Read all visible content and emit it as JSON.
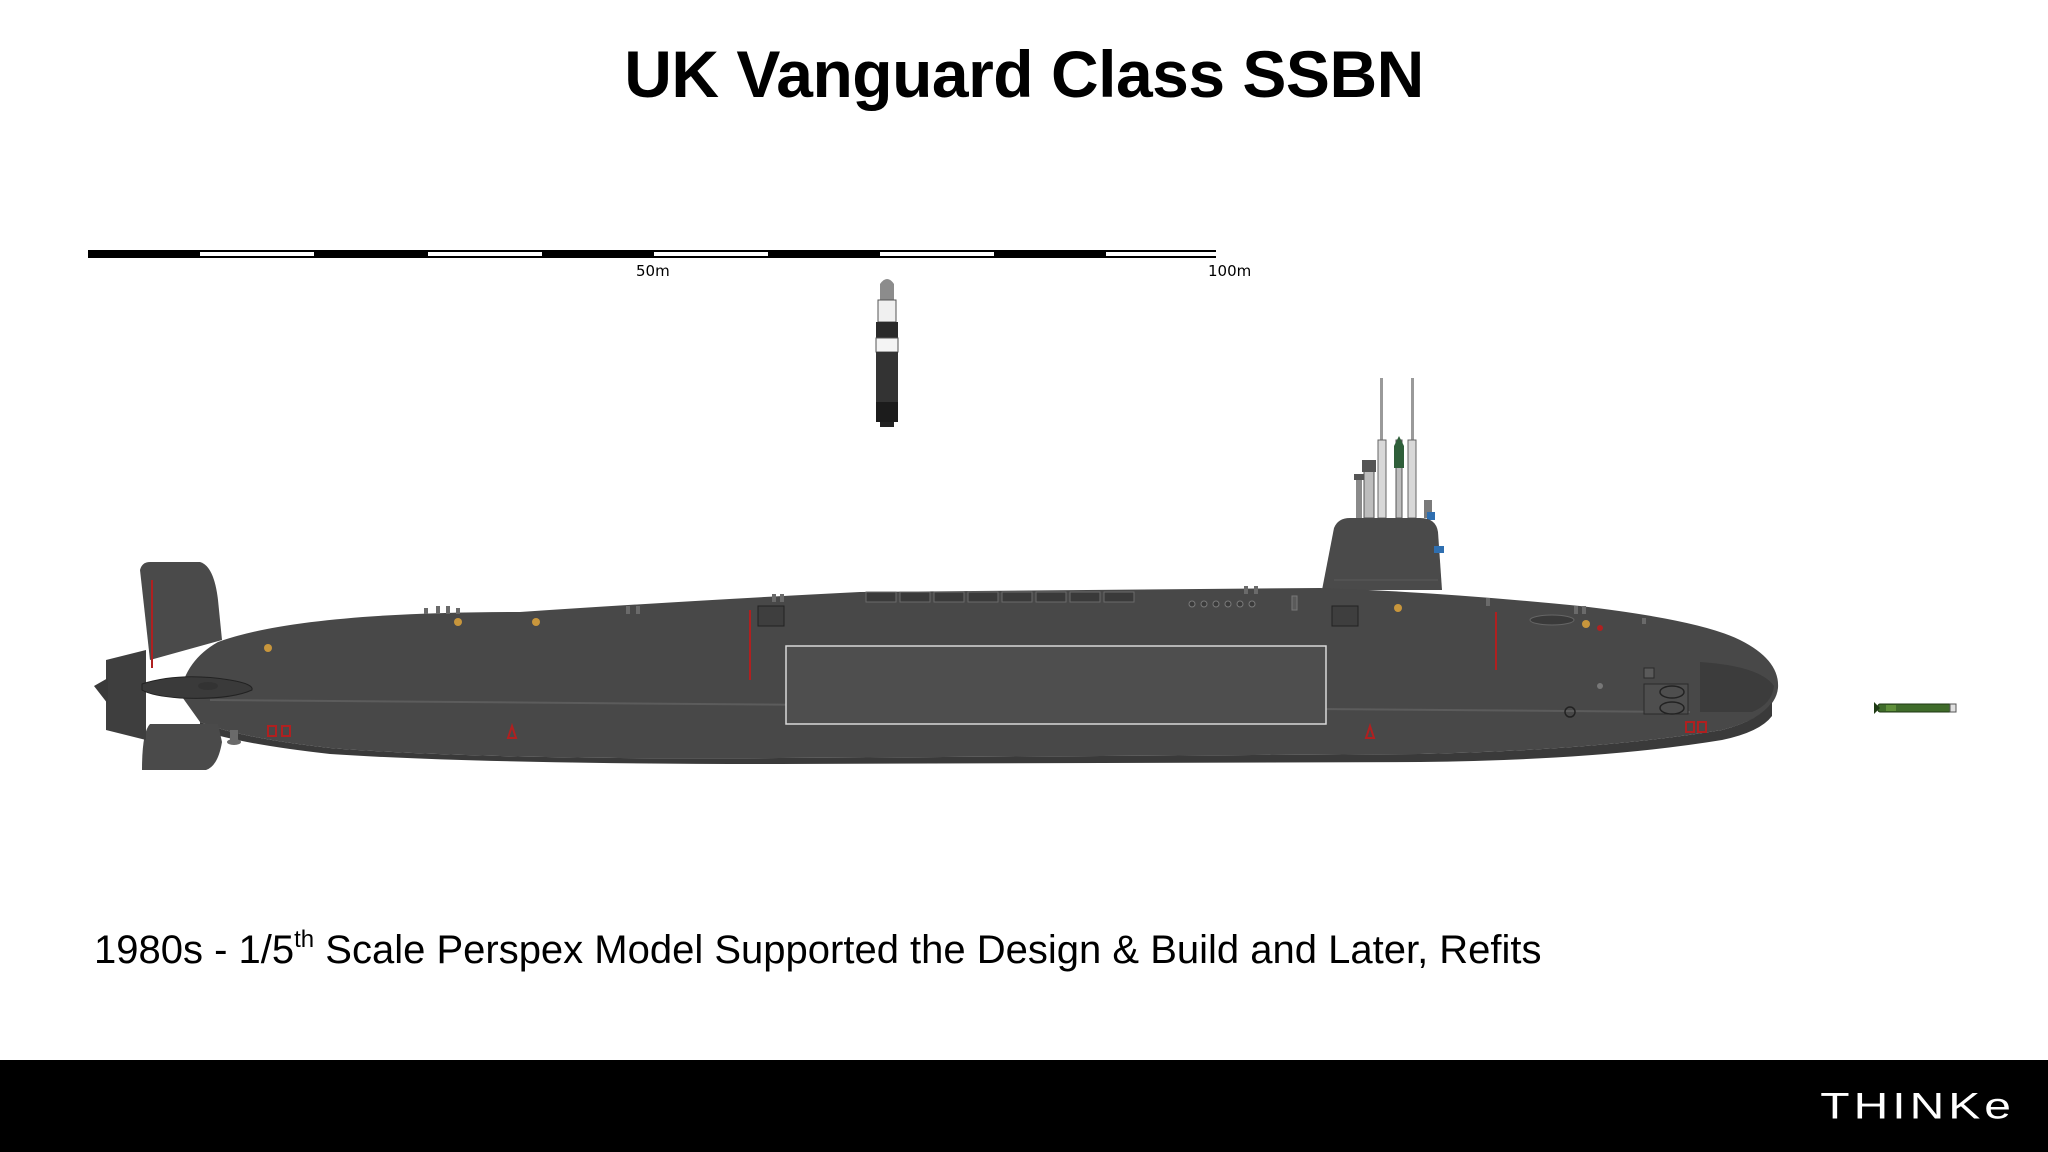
{
  "slide": {
    "title": "UK Vanguard Class SSBN",
    "caption": {
      "prefix": "1980s - 1/5",
      "superscript": "th",
      "suffix": " Scale Perspex Model Supported the Design & Build and Later, Refits"
    },
    "brand": "THINKe"
  },
  "scale_bar": {
    "mid_label": "50m",
    "end_label": "100m"
  },
  "colors": {
    "hull": "#484848",
    "hull_shadow": "#3c3c3c",
    "accent_red": "#b02020",
    "accent_gold": "#c8963c",
    "footer": "#000000",
    "brand_text": "#ffffff"
  },
  "icons": {
    "submarine": "vanguard-submarine-profile-icon",
    "missile": "trident-missile-icon",
    "torpedo": "spearfish-torpedo-icon"
  }
}
